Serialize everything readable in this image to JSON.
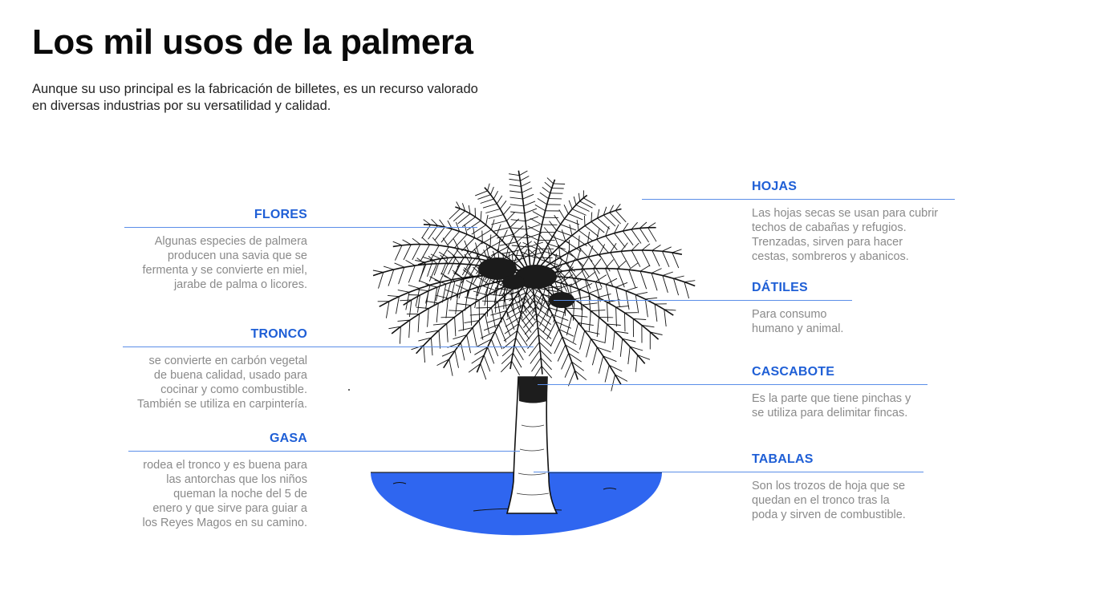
{
  "header": {
    "title": "Los mil usos de la palmera",
    "subtitle": "Aunque su uso principal es la fabricación de billetes, es un recurso valorado en diversas industrias por su versatilidad y calidad."
  },
  "colors": {
    "accent": "#1f5fd6",
    "water": "#2f66f0",
    "text_muted": "#8a8a8a"
  },
  "parts": {
    "flores": {
      "label": "FLORES",
      "lines": [
        "Algunas especies de palmera",
        "producen una savia que se",
        "fermenta y se convierte en miel,",
        "jarabe de palma o licores."
      ]
    },
    "tronco": {
      "label": "TRONCO",
      "lines": [
        "se convierte en carbón vegetal",
        "de buena calidad, usado para",
        "cocinar y como combustible.",
        "También se utiliza en carpintería."
      ]
    },
    "gasa": {
      "label": "GASA",
      "lines": [
        "rodea el tronco y es buena para",
        "las antorchas que los niños",
        "queman la noche del 5 de",
        "enero y que sirve para guiar a",
        "los Reyes Magos en su camino."
      ]
    },
    "hojas": {
      "label": "HOJAS",
      "lines": [
        "Las hojas secas se usan para cubrir",
        "techos de cabañas y refugios.",
        "Trenzadas, sirven para hacer",
        "cestas, sombreros y abanicos."
      ]
    },
    "datiles": {
      "label": "DÁTILES",
      "lines": [
        "Para consumo",
        "humano y animal."
      ]
    },
    "cascabote": {
      "label": "CASCABOTE",
      "lines": [
        "Es la parte que tiene pinchas y",
        "se utiliza para delimitar fincas."
      ]
    },
    "tabalas": {
      "label": "TABALAS",
      "lines": [
        "Son los trozos de hoja que se",
        "quedan en el tronco tras la",
        "poda y sirven de combustible."
      ]
    }
  }
}
